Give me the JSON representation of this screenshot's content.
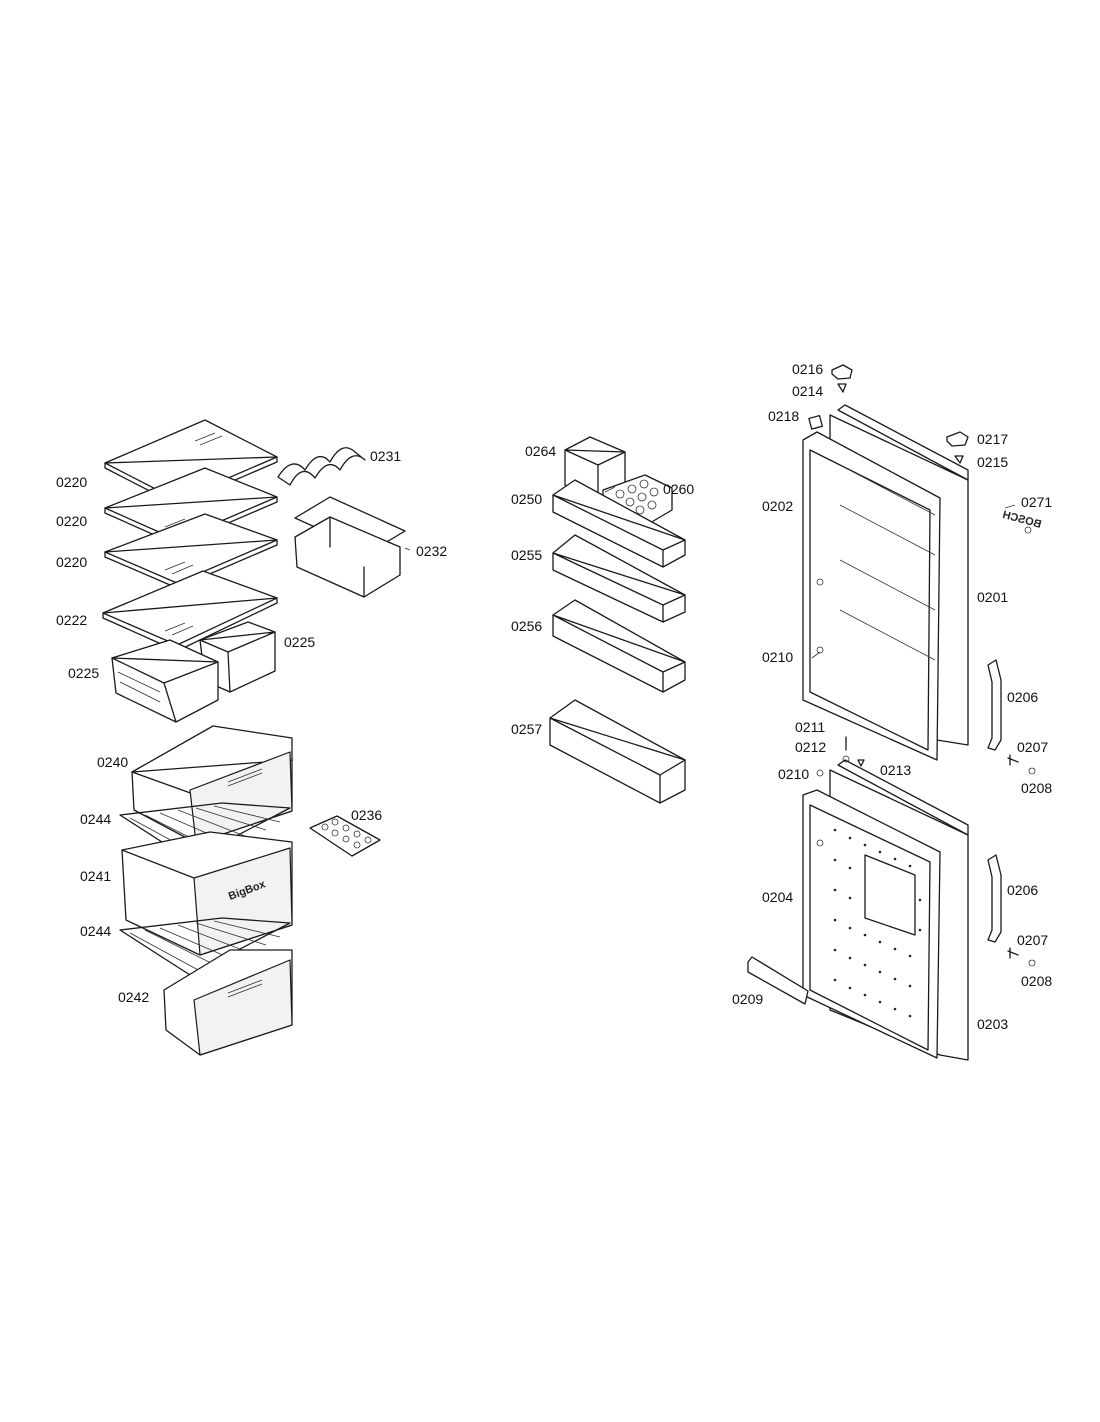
{
  "labels": {
    "p0201": "0201",
    "p0202": "0202",
    "p0203": "0203",
    "p0204": "0204",
    "p0206": "0206",
    "p0207": "0207",
    "p0208": "0208",
    "p0209": "0209",
    "p0210": "0210",
    "p0211": "0211",
    "p0212": "0212",
    "p0213": "0213",
    "p0214": "0214",
    "p0215": "0215",
    "p0216": "0216",
    "p0217": "0217",
    "p0218": "0218",
    "p0220": "0220",
    "p0222": "0222",
    "p0225": "0225",
    "p0231": "0231",
    "p0232": "0232",
    "p0236": "0236",
    "p0240": "0240",
    "p0241": "0241",
    "p0242": "0242",
    "p0244": "0244",
    "p0250": "0250",
    "p0255": "0255",
    "p0256": "0256",
    "p0257": "0257",
    "p0260": "0260",
    "p0264": "0264",
    "p0271": "0271"
  },
  "brand_text": {
    "bigbox": "BigBox",
    "bosch_mirrored": "BOSCH"
  }
}
